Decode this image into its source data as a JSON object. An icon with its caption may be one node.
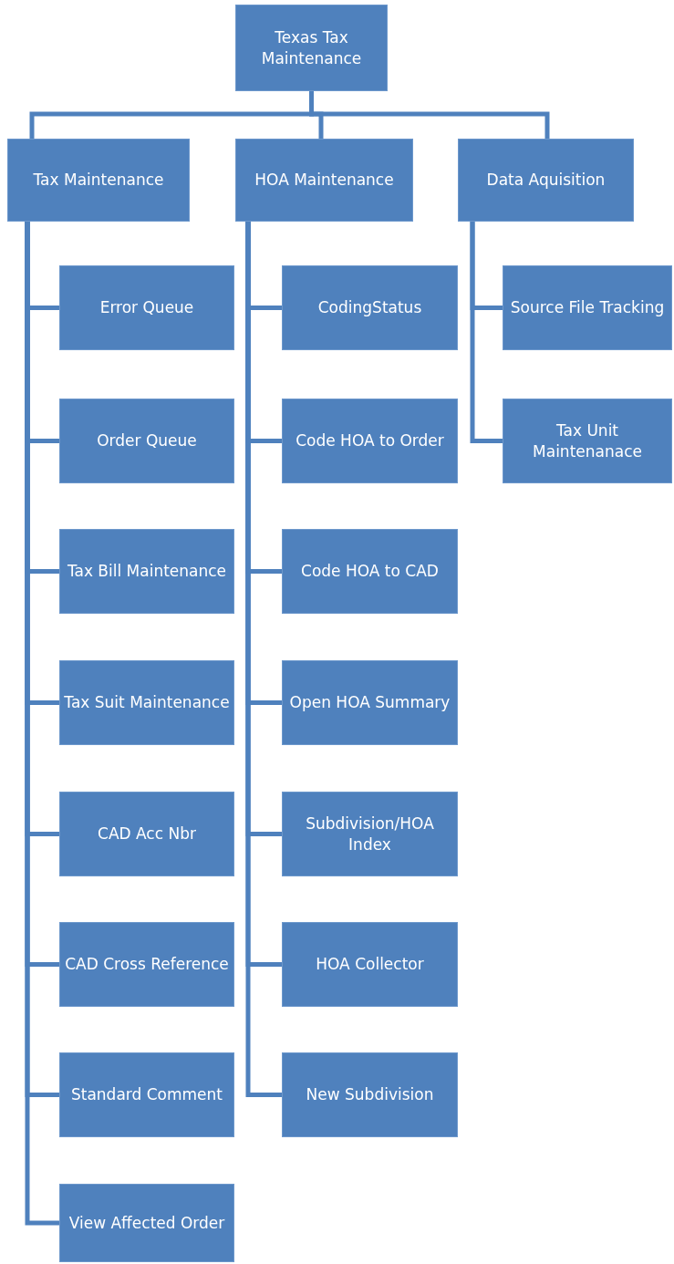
{
  "diagram": {
    "nodes": [
      {
        "text": [
          "Texas Tax Maintenance"
        ]
      },
      {
        "text": [
          "Tax Maintenance"
        ]
      },
      {
        "text": [
          "HOA Maintenance"
        ]
      },
      {
        "text": [
          "Data Aquisition"
        ]
      },
      {
        "text": [
          "Error Queue"
        ]
      },
      {
        "text": [
          "Order Queue"
        ]
      },
      {
        "text": [
          "Tax Bill Maintenance"
        ]
      },
      {
        "text": [
          "Tax Suit Maintenance"
        ]
      },
      {
        "text": [
          "CAD Acc Nbr"
        ]
      },
      {
        "text": [
          "CAD Cross Reference"
        ]
      },
      {
        "text": [
          "Standard Comment"
        ]
      },
      {
        "text": [
          "View Affected Order"
        ]
      },
      {
        "text": [
          "CodingStatus"
        ]
      },
      {
        "text": [
          "Code HOA to Order"
        ]
      },
      {
        "text": [
          "Code HOA to CAD"
        ]
      },
      {
        "text": [
          "Open HOA Summary"
        ]
      },
      {
        "text": [
          "Subdivision/HOA Index"
        ]
      },
      {
        "text": [
          "HOA Collector"
        ]
      },
      {
        "text": [
          "New Subdivision"
        ]
      },
      {
        "text": [
          "Source File Tracking"
        ]
      },
      {
        "text": [
          "Tax Unit Maintenanace"
        ]
      }
    ],
    "edges": [
      {
        "from": 0,
        "to": 1,
        "arrow": "none"
      },
      {
        "from": 0,
        "to": 2,
        "arrow": "none"
      },
      {
        "from": 0,
        "to": 3,
        "arrow": "none"
      },
      {
        "from": 1,
        "to": 4,
        "arrow": "none"
      },
      {
        "from": 1,
        "to": 5,
        "arrow": "none"
      },
      {
        "from": 1,
        "to": 6,
        "arrow": "none"
      },
      {
        "from": 1,
        "to": 7,
        "arrow": "none"
      },
      {
        "from": 1,
        "to": 8,
        "arrow": "none"
      },
      {
        "from": 1,
        "to": 9,
        "arrow": "none"
      },
      {
        "from": 1,
        "to": 10,
        "arrow": "none"
      },
      {
        "from": 1,
        "to": 11,
        "arrow": "none"
      },
      {
        "from": 2,
        "to": 12,
        "arrow": "none"
      },
      {
        "from": 2,
        "to": 13,
        "arrow": "none"
      },
      {
        "from": 2,
        "to": 14,
        "arrow": "none"
      },
      {
        "from": 2,
        "to": 15,
        "arrow": "none"
      },
      {
        "from": 2,
        "to": 16,
        "arrow": "none"
      },
      {
        "from": 2,
        "to": 17,
        "arrow": "none"
      },
      {
        "from": 2,
        "to": 18,
        "arrow": "none"
      },
      {
        "from": 3,
        "to": 19,
        "arrow": "none"
      },
      {
        "from": 3,
        "to": 20,
        "arrow": "none"
      }
    ]
  }
}
